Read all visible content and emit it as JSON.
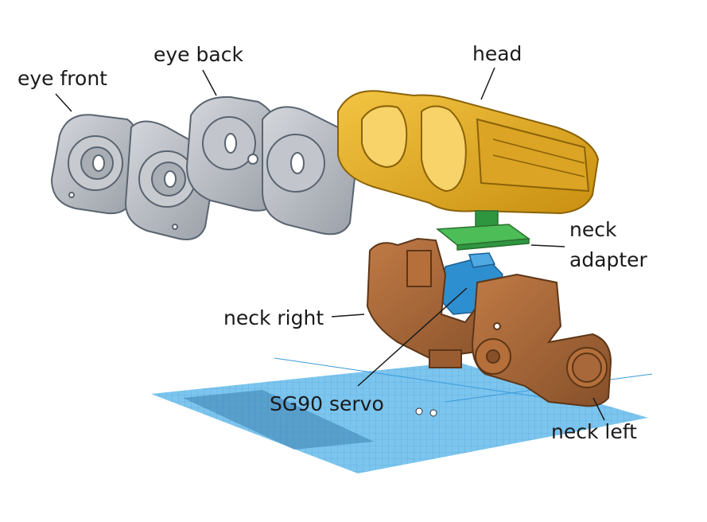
{
  "labels": {
    "eye_front": "eye front",
    "eye_back": "eye back",
    "head": "head",
    "neck_adapter_line1": "neck",
    "neck_adapter_line2": "adapter",
    "neck_right": "neck right",
    "sg90_servo": "SG90 servo",
    "neck_left": "neck left"
  },
  "colors": {
    "eye_parts": "#b8bcc2",
    "head": "#e8b32a",
    "neck_adapter": "#3fae4a",
    "servo": "#2e8fd0",
    "neck_parts": "#a8683a",
    "workplane": "#5fb8e8",
    "leader_lines": "#1a1a1a"
  }
}
